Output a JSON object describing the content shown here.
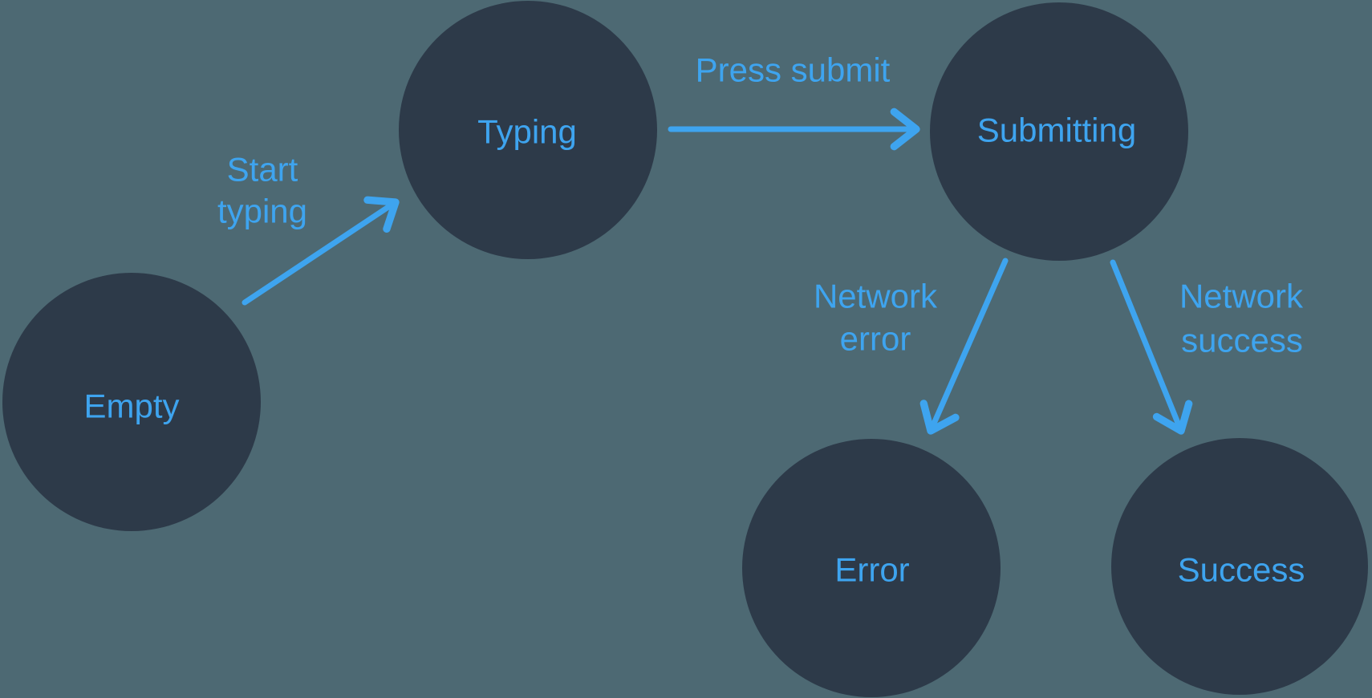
{
  "diagram": {
    "background_color": "#4D6973",
    "node_color": "#2D3A49",
    "accent_color": "#3EA4EF",
    "nodes": [
      {
        "id": "empty",
        "label": "Empty"
      },
      {
        "id": "typing",
        "label": "Typing"
      },
      {
        "id": "submitting",
        "label": "Submitting"
      },
      {
        "id": "error",
        "label": "Error"
      },
      {
        "id": "success",
        "label": "Success"
      }
    ],
    "transitions": [
      {
        "from": "empty",
        "to": "typing",
        "label_line1": "Start",
        "label_line2": "typing"
      },
      {
        "from": "typing",
        "to": "submitting",
        "label_line1": "Press submit",
        "label_line2": ""
      },
      {
        "from": "submitting",
        "to": "error",
        "label_line1": "Network",
        "label_line2": "error"
      },
      {
        "from": "submitting",
        "to": "success",
        "label_line1": "Network",
        "label_line2": "success"
      }
    ]
  }
}
